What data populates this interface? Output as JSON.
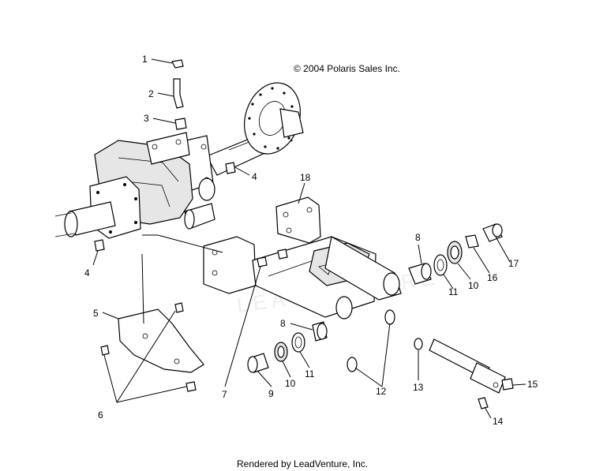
{
  "copyright": "© 2004 Polaris Sales Inc.",
  "footer": "Rendered by LeadVenture, Inc.",
  "watermark": "LEADVENTURE",
  "callouts": {
    "c1": "1",
    "c2": "2",
    "c3": "3",
    "c4a": "4",
    "c4b": "4",
    "c5": "5",
    "c6": "6",
    "c7": "7",
    "c8a": "8",
    "c8b": "8",
    "c9": "9",
    "c10a": "10",
    "c10b": "10",
    "c11a": "11",
    "c11b": "11",
    "c12": "12",
    "c13": "13",
    "c14": "14",
    "c15": "15",
    "c16": "16",
    "c17": "17",
    "c18": "18"
  }
}
